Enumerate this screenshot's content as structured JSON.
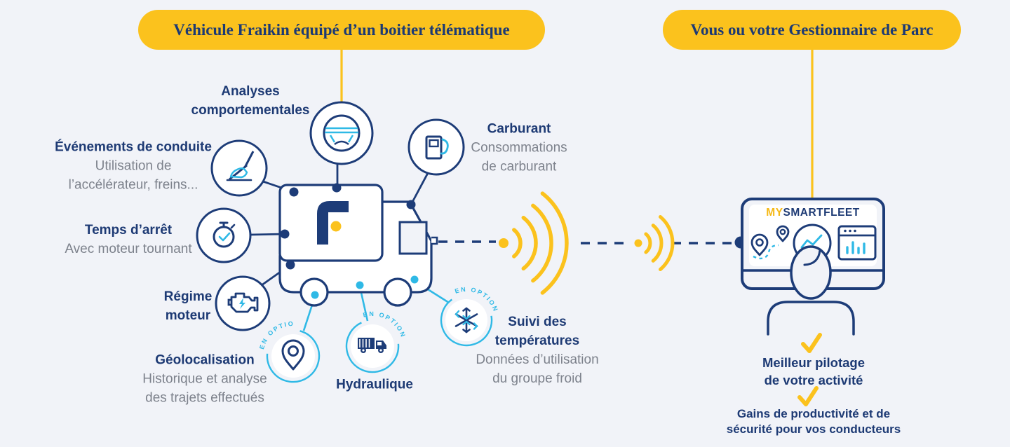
{
  "colors": {
    "navy": "#1d3c78",
    "yellow": "#fbc21d",
    "light_blue": "#2fb9e6",
    "gray_text": "#7d828c",
    "background": "#f1f3f8"
  },
  "badges": {
    "vehicle": "Véhicule Fraikin équipé d’un boitier télématique",
    "manager": "Vous ou votre Gestionnaire de Parc"
  },
  "en_option": "EN OPTION",
  "features": {
    "analyses": {
      "line1": "Analyses",
      "line2": "comportementales"
    },
    "conduite": {
      "title": "Événements de conduite",
      "sub1": "Utilisation de",
      "sub2": "l’accélérateur, freins..."
    },
    "arret": {
      "title": "Temps d’arrêt",
      "sub1": "Avec moteur tournant"
    },
    "regime": {
      "line1": "Régime",
      "line2": "moteur"
    },
    "carburant": {
      "title": "Carburant",
      "sub1": "Consommations",
      "sub2": "de carburant"
    },
    "geolocalisation": {
      "title": "Géolocalisation",
      "sub1": "Historique et analyse",
      "sub2": "des trajets effectués"
    },
    "hydraulique": {
      "title": "Hydraulique"
    },
    "temperatures": {
      "title1": "Suivi des",
      "title2": "températures",
      "sub1": "Données d’utilisation",
      "sub2": "du groupe froid"
    }
  },
  "screen": {
    "brand_prefix": "MY",
    "brand_suffix": "SMARTFLEET"
  },
  "benefits": {
    "b1_line1": "Meilleur pilotage",
    "b1_line2": "de votre activité",
    "b2_line1": "Gains de productivité et de",
    "b2_line2": "sécurité pour vos conducteurs"
  }
}
